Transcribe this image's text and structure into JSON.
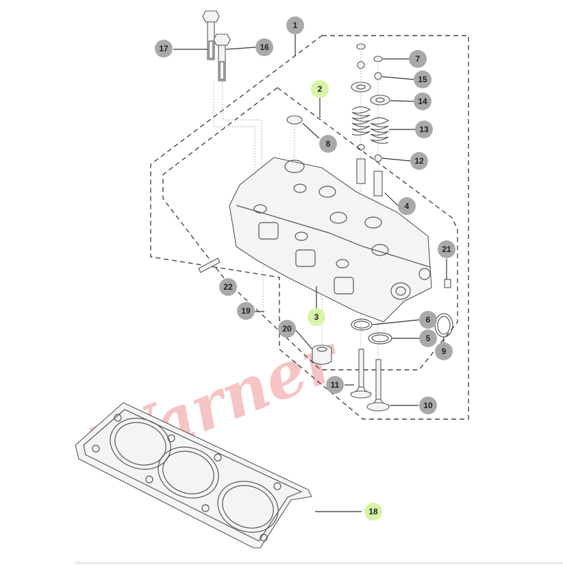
{
  "colors": {
    "callout_default": "#a9a9a9",
    "callout_highlight": "#d6f5a6",
    "line": "#555555",
    "watermark": "#e85a5a",
    "bottom_rule": "#e6e6e6"
  },
  "watermark_text": "Warner",
  "callouts": [
    {
      "id": "c1",
      "label": "1",
      "highlight": false
    },
    {
      "id": "c2",
      "label": "2",
      "highlight": true
    },
    {
      "id": "c3",
      "label": "3",
      "highlight": true
    },
    {
      "id": "c4",
      "label": "4",
      "highlight": false
    },
    {
      "id": "c5",
      "label": "5",
      "highlight": false
    },
    {
      "id": "c6",
      "label": "6",
      "highlight": false
    },
    {
      "id": "c7",
      "label": "7",
      "highlight": false
    },
    {
      "id": "c8",
      "label": "8",
      "highlight": false
    },
    {
      "id": "c9",
      "label": "9",
      "highlight": false
    },
    {
      "id": "c10",
      "label": "10",
      "highlight": false
    },
    {
      "id": "c11",
      "label": "11",
      "highlight": false
    },
    {
      "id": "c12",
      "label": "12",
      "highlight": false
    },
    {
      "id": "c13",
      "label": "13",
      "highlight": false
    },
    {
      "id": "c14",
      "label": "14",
      "highlight": false
    },
    {
      "id": "c15",
      "label": "15",
      "highlight": false
    },
    {
      "id": "c16",
      "label": "16",
      "highlight": false
    },
    {
      "id": "c17",
      "label": "17",
      "highlight": false
    },
    {
      "id": "c18",
      "label": "18",
      "highlight": true
    },
    {
      "id": "c19",
      "label": "19",
      "highlight": false
    },
    {
      "id": "c20",
      "label": "20",
      "highlight": false
    },
    {
      "id": "c21",
      "label": "21",
      "highlight": false
    },
    {
      "id": "c22",
      "label": "22",
      "highlight": false
    }
  ]
}
